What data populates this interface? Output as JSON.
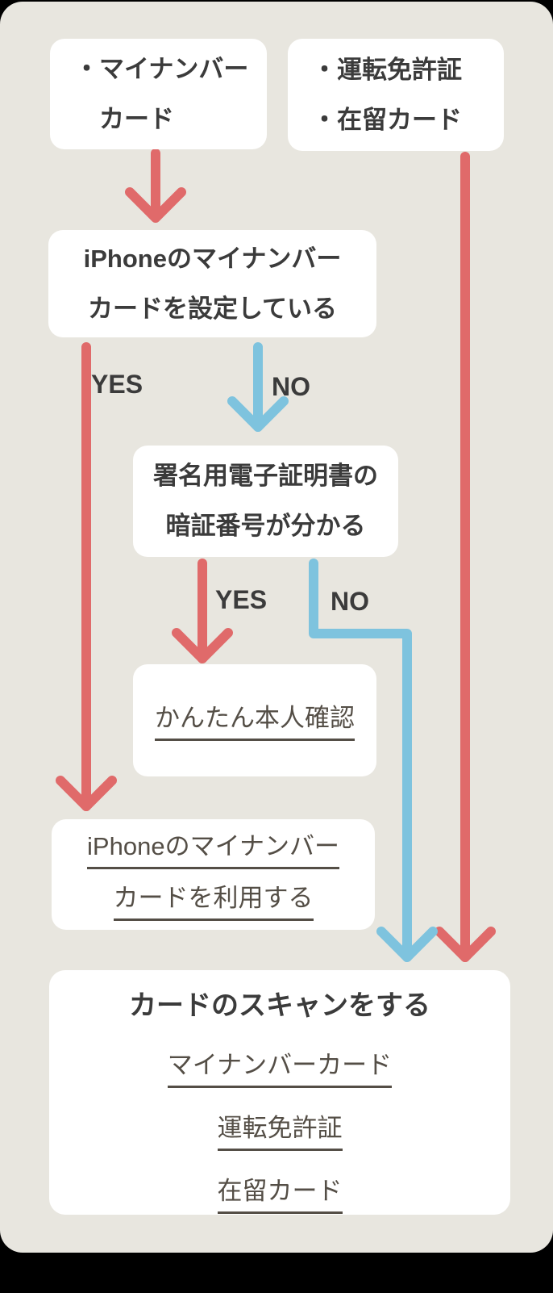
{
  "palette": {
    "background": "#000000",
    "card_bg": "#e8e6df",
    "box_bg": "#ffffff",
    "text_dark": "#3b3b3b",
    "link_color": "#544e46",
    "red": "#e06a6a",
    "blue": "#7ec3de"
  },
  "boxes": {
    "source_mynumber": {
      "line1": "・マイナンバー",
      "line2": "カード"
    },
    "source_license": {
      "line1": "・運転免許証",
      "line2": "・在留カード"
    },
    "q_iphone_setup": {
      "line1": "iPhoneのマイナンバー",
      "line2": "カードを設定している"
    },
    "q_pin_known": {
      "line1": "署名用電子証明書の",
      "line2": "暗証番号が分かる"
    },
    "easy_kyc": {
      "link": "かんたん本人確認"
    },
    "use_iphone_card": {
      "link_line1": "iPhoneのマイナンバー",
      "link_line2": "カードを利用する"
    },
    "card_scan": {
      "title": "カードのスキャンをする",
      "links": [
        "マイナンバーカード",
        "運転免許証",
        "在留カード"
      ]
    }
  },
  "labels": {
    "yes1": "YES",
    "no1": "NO",
    "yes2": "YES",
    "no2": "NO"
  },
  "icons": {
    "red_arrows": "red-chevron-down-arrow",
    "blue_arrows": "blue-chevron-down-arrow"
  }
}
